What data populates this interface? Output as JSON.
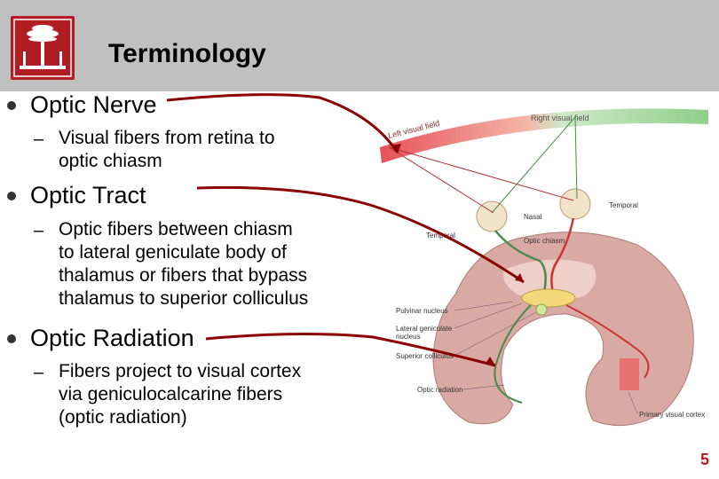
{
  "slide": {
    "title": "Terminology",
    "page_number": "5"
  },
  "bullets": [
    {
      "label": "Optic Nerve",
      "sub": [
        "Visual fibers from retina to",
        "optic chiasm"
      ]
    },
    {
      "label": "Optic Tract",
      "sub": [
        "Optic fibers between chiasm",
        "to lateral geniculate body of",
        "thalamus or fibers that bypass",
        "thalamus to superior colliculus"
      ]
    },
    {
      "label": "Optic Radiation",
      "sub": [
        "Fibers project to visual cortex",
        "via geniculocalcarine fibers",
        "(optic radiation)"
      ]
    }
  ],
  "diagram": {
    "left_visual_field": "Left visual field",
    "right_visual_field": "Right visual field",
    "nasal": "Nasal",
    "temporal_right": "Temporal",
    "temporal_left": "Temporal",
    "optic_chiasm": "Optic chiasm",
    "pulvinar_nucleus": "Pulvinar nucleus",
    "lgn_line1": "Lateral geniculate",
    "lgn_line2": "nucleus",
    "superior_colliculus": "Superior colliculus",
    "optic_radiation": "Optic radiation",
    "primary_visual_cortex": "Primary visual cortex"
  },
  "colors": {
    "header": "#c0c0c0",
    "brand_red": "#b01e23",
    "arrow": "#8b0000"
  }
}
